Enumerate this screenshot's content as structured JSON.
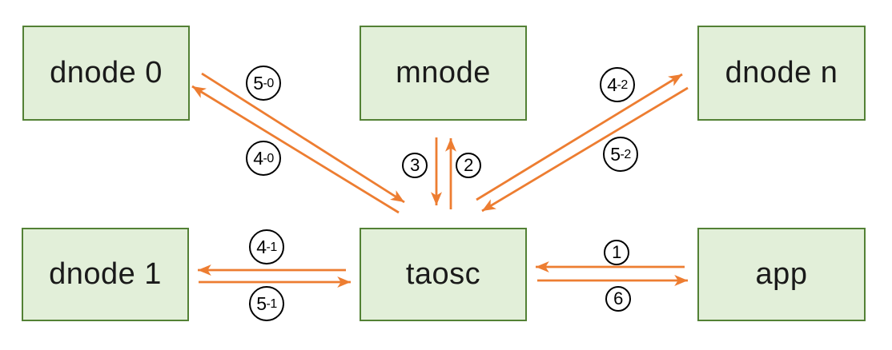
{
  "diagram": {
    "nodes": {
      "dnode0": "dnode 0",
      "mnode": "mnode",
      "dnoden": "dnode n",
      "dnode1": "dnode 1",
      "taosc": "taosc",
      "app": "app"
    },
    "edges": {
      "e1": {
        "from": "app",
        "to": "taosc",
        "big": "1",
        "small": ""
      },
      "e2": {
        "from": "taosc",
        "to": "mnode",
        "big": "2",
        "small": ""
      },
      "e3": {
        "from": "mnode",
        "to": "taosc",
        "big": "3",
        "small": ""
      },
      "e40": {
        "from": "taosc",
        "to": "dnode 0",
        "big": "4",
        "small": "-0"
      },
      "e50": {
        "from": "dnode 0",
        "to": "taosc",
        "big": "5",
        "small": "-0"
      },
      "e41": {
        "from": "taosc",
        "to": "dnode 1",
        "big": "4",
        "small": "-1"
      },
      "e51": {
        "from": "dnode 1",
        "to": "taosc",
        "big": "5",
        "small": "-1"
      },
      "e42": {
        "from": "taosc",
        "to": "dnode n",
        "big": "4",
        "small": "-2"
      },
      "e52": {
        "from": "dnode n",
        "to": "taosc",
        "big": "5",
        "small": "-2"
      },
      "e6": {
        "from": "taosc",
        "to": "app",
        "big": "6",
        "small": ""
      }
    },
    "colors": {
      "node_fill": "#e2efd9",
      "node_border": "#538135",
      "arrow": "#ed7d31",
      "label_circle_border": "#000000",
      "label_circle_bg": "#ffffff"
    }
  }
}
